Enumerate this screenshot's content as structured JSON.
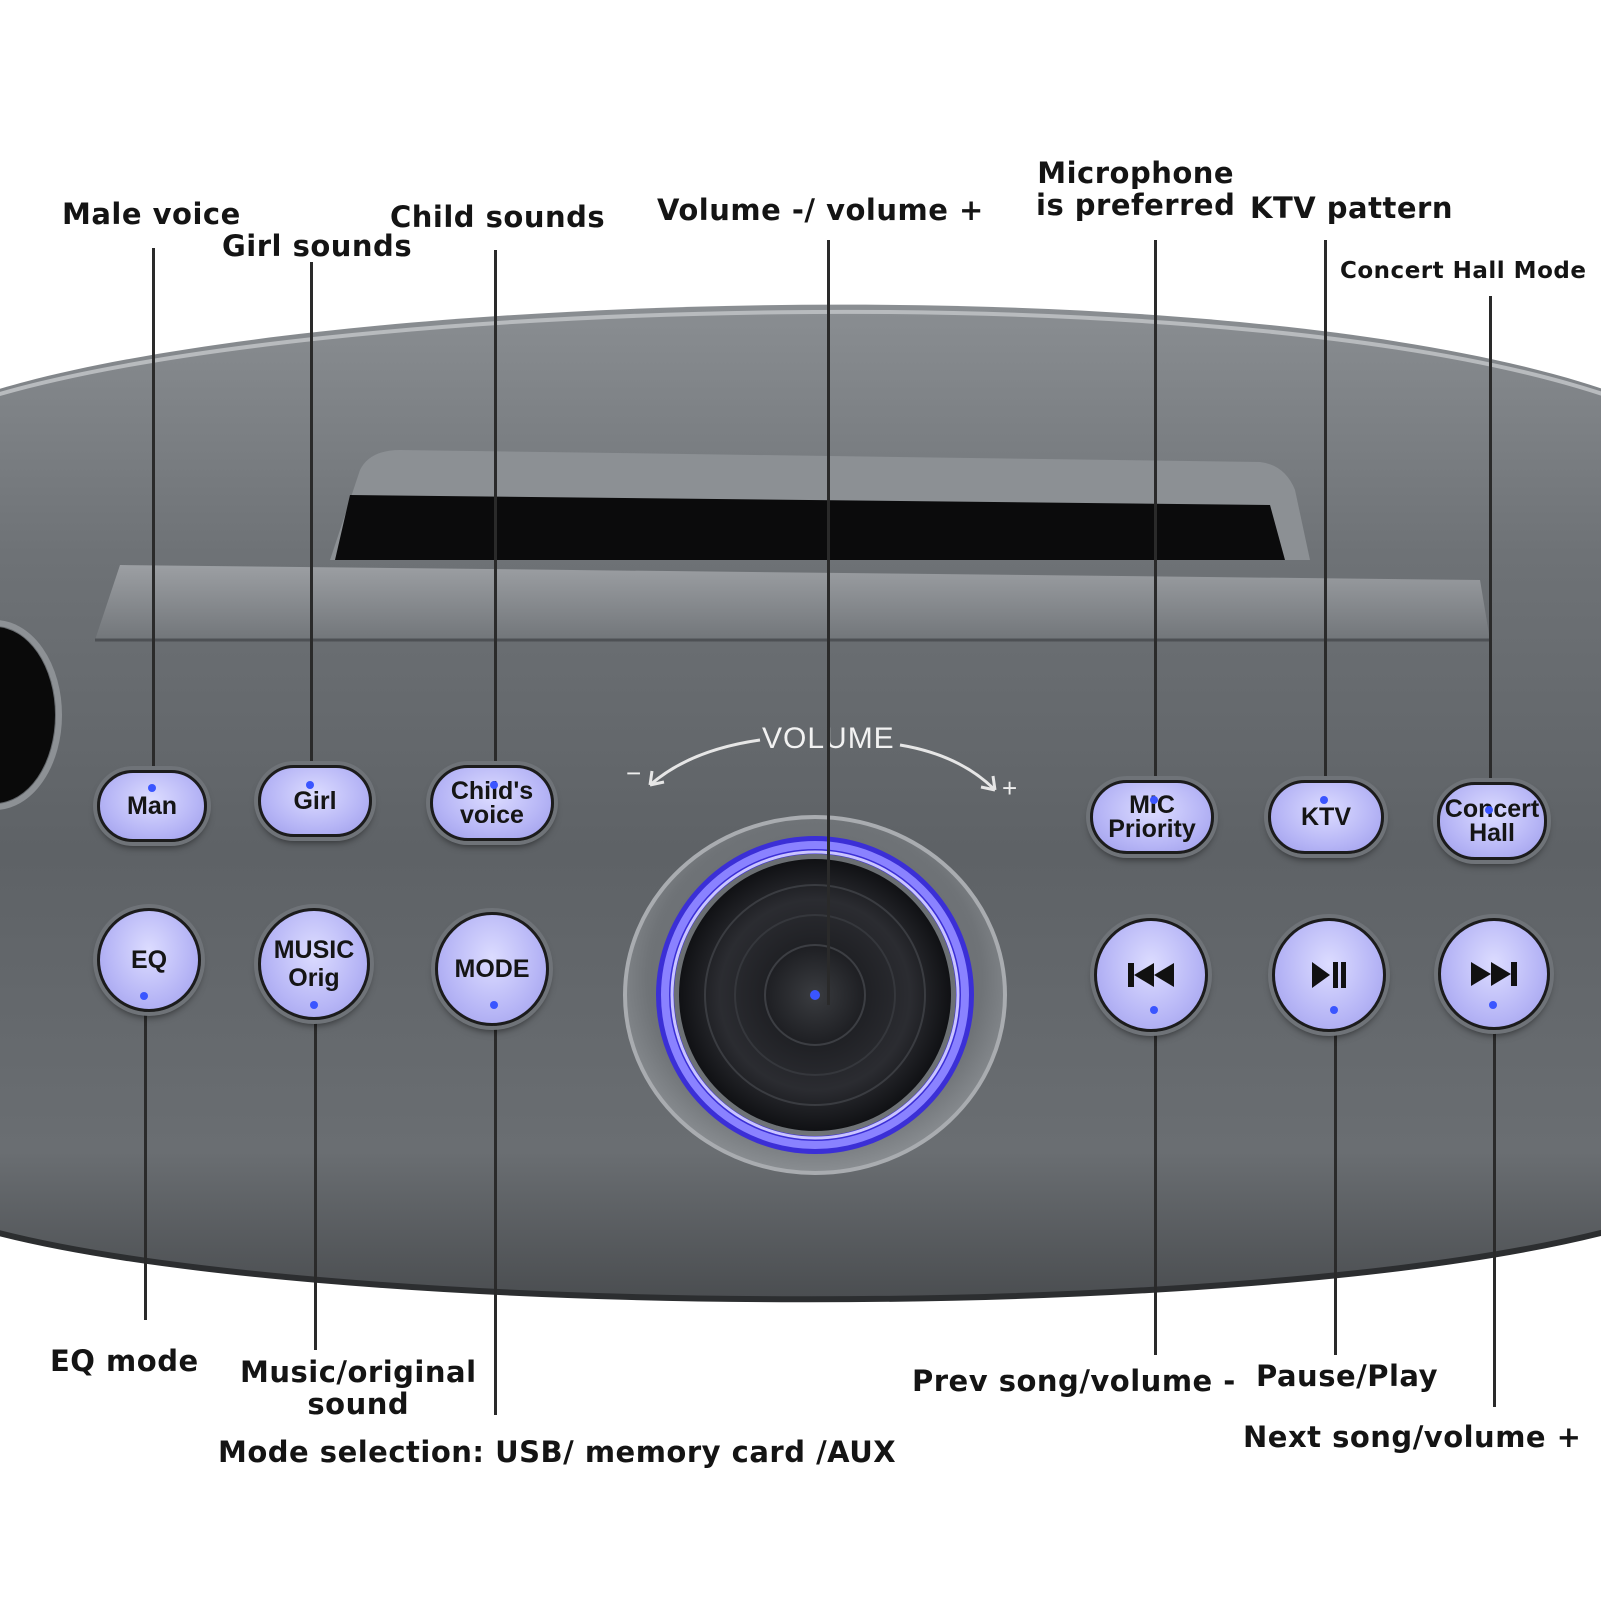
{
  "callouts": {
    "male_voice": "Male voice",
    "girl_sounds": "Girl sounds",
    "child_sounds": "Child sounds",
    "volume": "Volume -/ volume +",
    "mic_line1": "Microphone",
    "mic_line2": "is preferred",
    "ktv": "KTV pattern",
    "concert": "Concert Hall Mode",
    "eq": "EQ mode",
    "music_line1": "Music/original",
    "music_line2": "sound",
    "mode": "Mode selection: USB/ memory card /AUX",
    "prev": "Prev song/volume -",
    "pause": "Pause/Play",
    "next": "Next song/volume +"
  },
  "panel": {
    "volume_label": "VOLUME",
    "minus": "−",
    "plus": "+"
  },
  "buttons": {
    "man": "Man",
    "girl": "Girl",
    "child": "Child's\nvoice",
    "mic": "MIC\nPriority",
    "ktv": "KTV",
    "concert": "Concert\nHall",
    "eq": "EQ",
    "music": "MUSIC\nOrig",
    "mode": "MODE"
  },
  "icons": {
    "prev": "prev-track-icon",
    "play_pause": "play-pause-icon",
    "next": "next-track-icon"
  },
  "colors": {
    "button_fill": "#b7b6f6",
    "knob_ring": "#6a5cff",
    "body": "#5c6064"
  }
}
